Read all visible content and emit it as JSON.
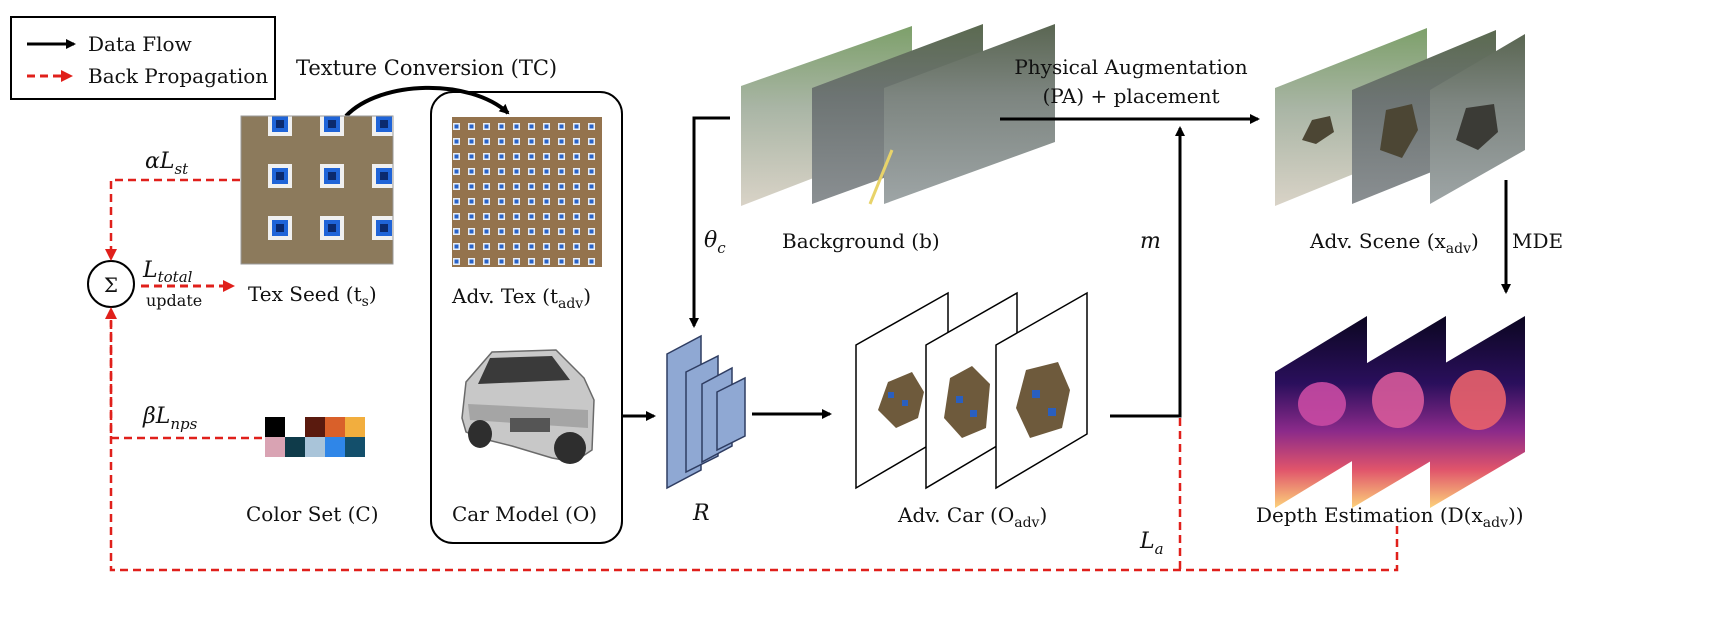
{
  "legend": {
    "data_flow": "Data Flow",
    "back_propagation": "Back Propagation"
  },
  "labels": {
    "texture_conversion": "Texture Conversion (TC)",
    "tex_seed": "Tex Seed (t",
    "tex_seed_sub": "s",
    "adv_tex": "Adv. Tex (t",
    "adv_tex_sub": "adv",
    "car_model": "Car Model (O)",
    "color_set": "Color Set (C)",
    "renderer": "R",
    "background": "Background (b)",
    "theta": "θ",
    "theta_sub": "c",
    "physical_aug_line1": "Physical Augmentation",
    "physical_aug_line2": "(PA) + placement",
    "mask": "m",
    "adv_car": "Adv. Car (O",
    "adv_car_sub": "adv",
    "adv_scene": "Adv. Scene (x",
    "adv_scene_sub": "adv",
    "mde": "MDE",
    "depth_estimation": "Depth Estimation (D(x",
    "depth_estimation_sub": "adv",
    "alpha_lst": "αL",
    "alpha_lst_sub": "st",
    "ltotal": "L",
    "ltotal_sub": "total",
    "update": "update",
    "beta_lnps": "βL",
    "beta_lnps_sub": "nps",
    "sigma": "Σ",
    "la": "L",
    "la_sub": "a"
  },
  "colors": {
    "data_flow": "#000000",
    "back_propagation": "#e0201b",
    "palette": [
      "#000000",
      "#ffffff",
      "#5a1a0e",
      "#d9602a",
      "#f2ae3e",
      "#d9a3b3",
      "#0f3b4a",
      "#a9c4d9",
      "#2f86e8",
      "#134f6b"
    ]
  }
}
